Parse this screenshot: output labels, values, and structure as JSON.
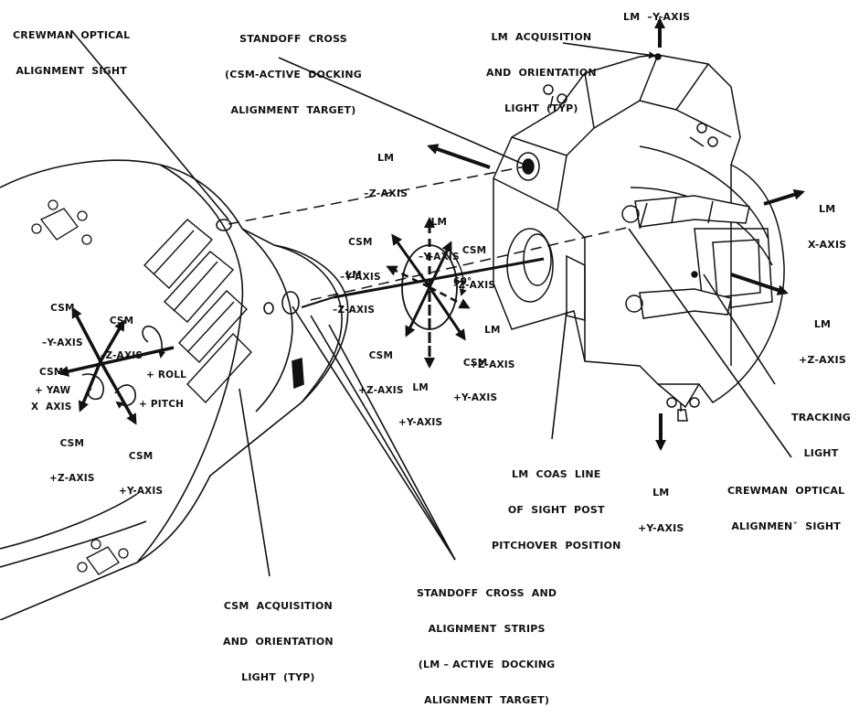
{
  "diagram": {
    "subject": "CSM / LM docking alignment and axis orientation",
    "labels": {
      "crewman_sight_csm": [
        "CREWMAN  OPTICAL",
        "ALIGNMENT  SIGHT"
      ],
      "standoff_cross_csm": [
        "STANDOFF  CROSS",
        "(CSM-ACTIVE  DOCKING",
        "ALIGNMENT  TARGET)"
      ],
      "lm_acq_light": [
        "LM  ACQUISITION",
        "AND  ORIENTATION",
        "LIGHT  (TYP)"
      ],
      "lm_neg_y_top": "LM  –Y-AXIS",
      "lm_neg_z_upper": [
        "LM",
        "–Z-AXIS"
      ],
      "lm_x_axis": [
        "LM",
        "X-AXIS"
      ],
      "lm_pos_z_right": [
        "LM",
        "+Z-AXIS"
      ],
      "tracking_light": [
        "TRACKING",
        "LIGHT"
      ],
      "crewman_sight_lm": [
        "CREWMAN  OPTICAL",
        "ALIGNMENˇ  SIGHT"
      ],
      "lm_pos_y_bottom": [
        "LM",
        "+Y-AXIS"
      ],
      "lm_coas": [
        "LM  COAS  LINE",
        "OF  SIGHT  POST",
        "PITCHOVER  POSITION"
      ],
      "standoff_cross_lm": [
        "STANDOFF  CROSS  AND",
        "ALIGNMENT  STRIPS",
        "(LM – ACTIVE  DOCKING",
        "ALIGNMENT  TARGET)"
      ],
      "csm_acq_light": [
        "CSM  ACQUISITION",
        "AND  ORIENTATION",
        "LIGHT  (TYP)"
      ]
    },
    "center_cluster": {
      "lm_neg_y": [
        "LM",
        "–Y-AXIS"
      ],
      "csm_neg_y": [
        "CSM",
        "–Y-AXIS"
      ],
      "csm_neg_z": [
        "CSM",
        "–Z-AXIS"
      ],
      "lm_neg_z": [
        "LM",
        "–Z-AXIS"
      ],
      "angle": "60°",
      "lm_pos_z": [
        "LM",
        "+Z-AXIS"
      ],
      "csm_pos_z": [
        "CSM",
        "+Z-AXIS"
      ],
      "csm_pos_y": [
        "CSM",
        "+Y-AXIS"
      ],
      "lm_pos_y": [
        "LM",
        "+Y-AXIS"
      ]
    },
    "csm_axes": {
      "csm_neg_y": [
        "CSM",
        "–Y-AXIS"
      ],
      "csm_neg_z": [
        "CSM",
        "–Z-AXIS"
      ],
      "csm_x": [
        "CSM",
        "X  AXIS"
      ],
      "roll": "+ ROLL",
      "yaw": "+ YAW",
      "pitch": "+ PITCH",
      "csm_pos_z": [
        "CSM",
        "+Z-AXIS"
      ],
      "csm_pos_y": [
        "CSM",
        "+Y-AXIS"
      ]
    }
  }
}
